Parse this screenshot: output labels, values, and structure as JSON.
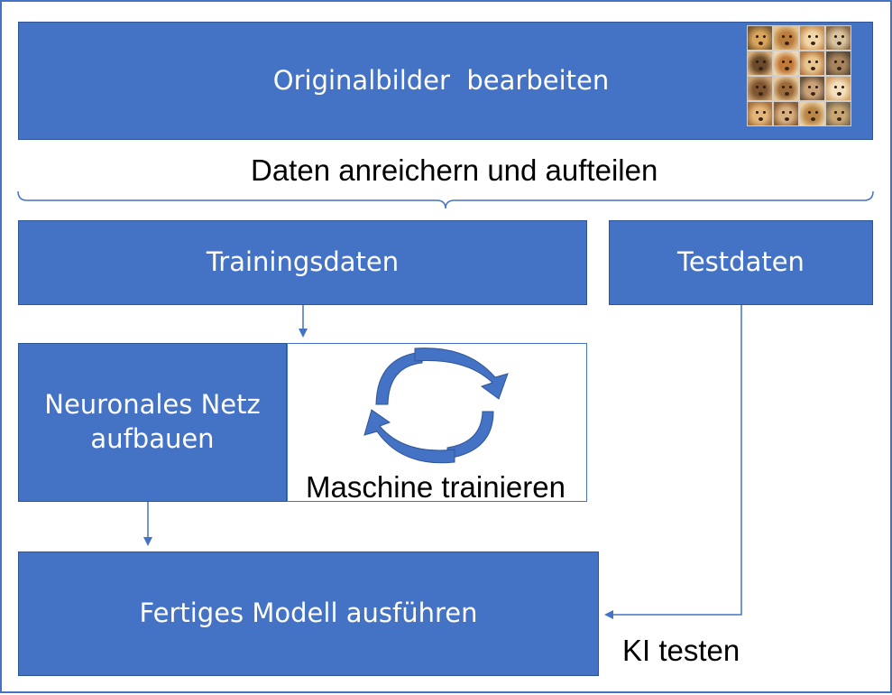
{
  "diagram": {
    "nodes": {
      "originalbilder": "Originalbilder  bearbeiten",
      "trainingsdaten": "Trainingsdaten",
      "testdaten": "Testdaten",
      "neuronales_netz": [
        "Neuronales Netz",
        "aufbauen"
      ],
      "fertiges_modell": "Fertiges Modell ausführen"
    },
    "labels": {
      "anreichern": "Daten anreichern und aufteilen",
      "maschine": "Maschine trainieren",
      "ki_testen": "KI testen"
    },
    "thumbnail_icon": "dog-faces-grid-icon",
    "cycle_icon": "cycle-arrows-icon",
    "colors": {
      "box_fill": "#4472C4",
      "box_border": "#2F5597",
      "arrow": "#4472C4",
      "box_text": "#FFFFFF",
      "label_text": "#000000"
    }
  }
}
